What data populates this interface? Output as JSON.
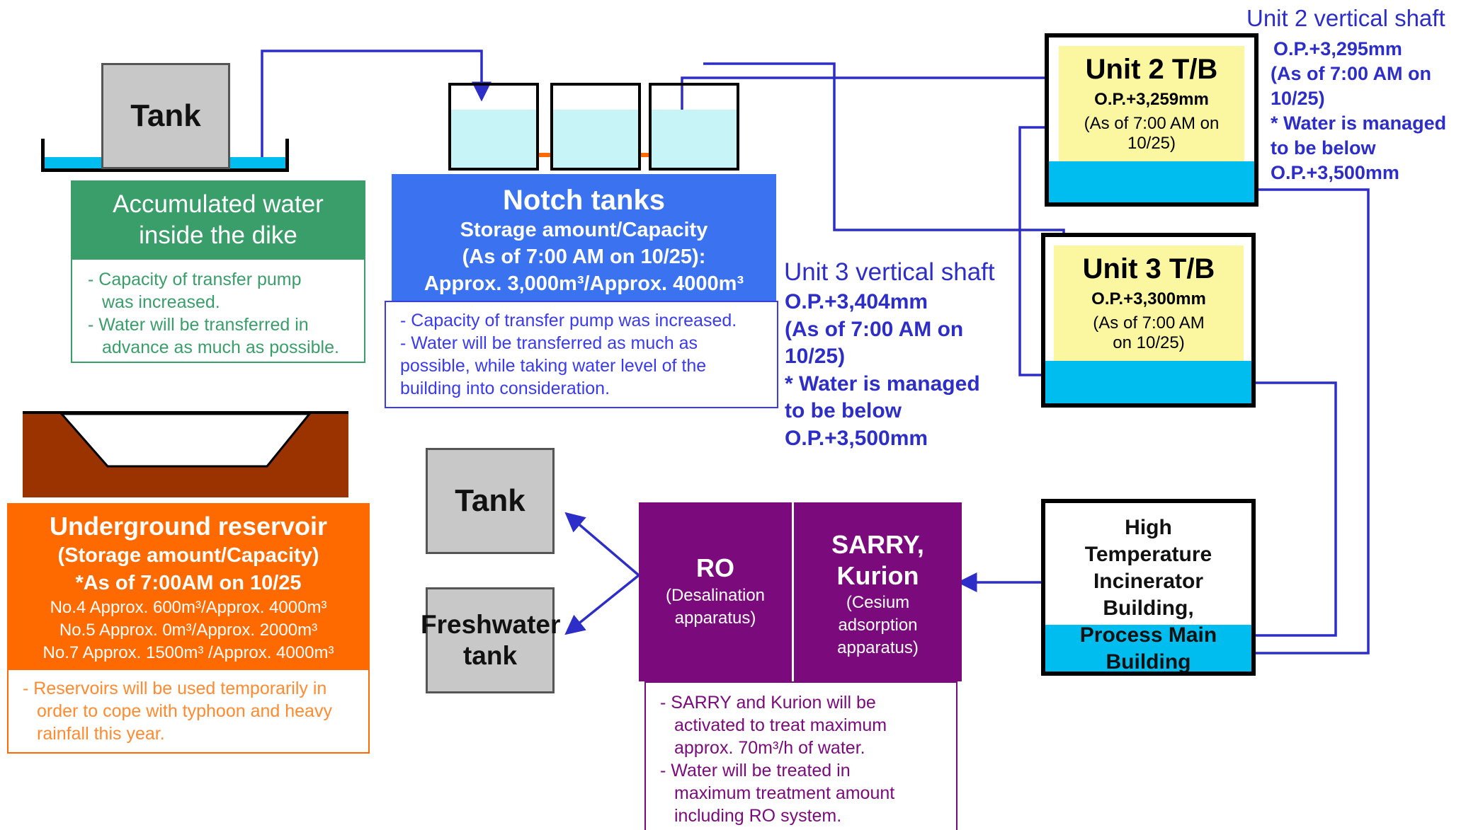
{
  "dike": {
    "tank_label": "Tank",
    "title_line1": "Accumulated water",
    "title_line2": "inside the dike",
    "notes": [
      "- Capacity of transfer pump",
      "was increased.",
      "- Water will be transferred in",
      "advance as much as possible."
    ]
  },
  "notch": {
    "title": "Notch tanks",
    "line1": "Storage amount/Capacity",
    "line2": "(As of 7:00 AM on 10/25):",
    "line3": "Approx. 3,000m³/Approx. 4000m³",
    "notes": [
      "- Capacity of transfer pump was increased.",
      "- Water will be transferred as much as",
      "possible, while taking water level of the",
      "building into consideration."
    ]
  },
  "unit2shaft": {
    "title": "Unit 2 vertical shaft",
    "lines": [
      "O.P.+3,295mm",
      "(As of 7:00 AM on",
      "10/25)",
      "* Water is  managed",
      "to be below",
      "O.P.+3,500mm"
    ]
  },
  "unit2tb": {
    "title": "Unit 2 T/B",
    "level": "O.P.+3,259mm",
    "asof1": "(As of 7:00 AM on",
    "asof2": "10/25)"
  },
  "unit3shaft": {
    "title": "Unit 3 vertical shaft",
    "lines": [
      "O.P.+3,404mm",
      "(As of 7:00 AM on",
      "10/25)",
      "* Water is managed",
      "to be below",
      "O.P.+3,500mm"
    ]
  },
  "unit3tb": {
    "title": "Unit 3 T/B",
    "level": "O.P.+3,300mm",
    "asof1": "(As of 7:00 AM",
    "asof2": "on 10/25)"
  },
  "reservoir": {
    "title": "Underground reservoir",
    "sub1": "(Storage amount/Capacity)",
    "sub2": "*As of 7:00AM on 10/25",
    "rows": [
      "No.4  Approx. 600m³/Approx. 4000m³",
      "No.5  Approx. 0m³/Approx. 2000m³",
      "No.7 Approx. 1500m³ /Approx. 4000m³"
    ],
    "notes": [
      "- Reservoirs will be used temporarily in",
      "order to cope with typhoon and heavy",
      "rainfall this year."
    ]
  },
  "tank2": {
    "label": "Tank"
  },
  "freshwater": {
    "line1": "Freshwater",
    "line2": "tank"
  },
  "ro": {
    "title": "RO",
    "sub1": "(Desalination",
    "sub2": "apparatus)"
  },
  "sarry": {
    "title1": "SARRY,",
    "title2": "Kurion",
    "sub1": "(Cesium",
    "sub2": "adsorption",
    "sub3": "apparatus)"
  },
  "sarry_notes": [
    "- SARRY and Kurion will be",
    "activated to treat maximum",
    "approx. 70m³/h of water.",
    "- Water will be treated in",
    "maximum treatment amount",
    "including RO system."
  ],
  "hti": {
    "lines": [
      "High",
      "Temperature",
      "Incinerator",
      "Building,",
      "Process Main",
      "Building"
    ]
  },
  "colors": {
    "green": "#3a9e6a",
    "blue": "#3a72f0",
    "orange": "#ff6a00",
    "purple": "#7b0a7d",
    "water": "#00bdf0",
    "tankwater": "#c6f4f7",
    "yellow": "#fbf7a0",
    "line": "#2d2dc8"
  }
}
